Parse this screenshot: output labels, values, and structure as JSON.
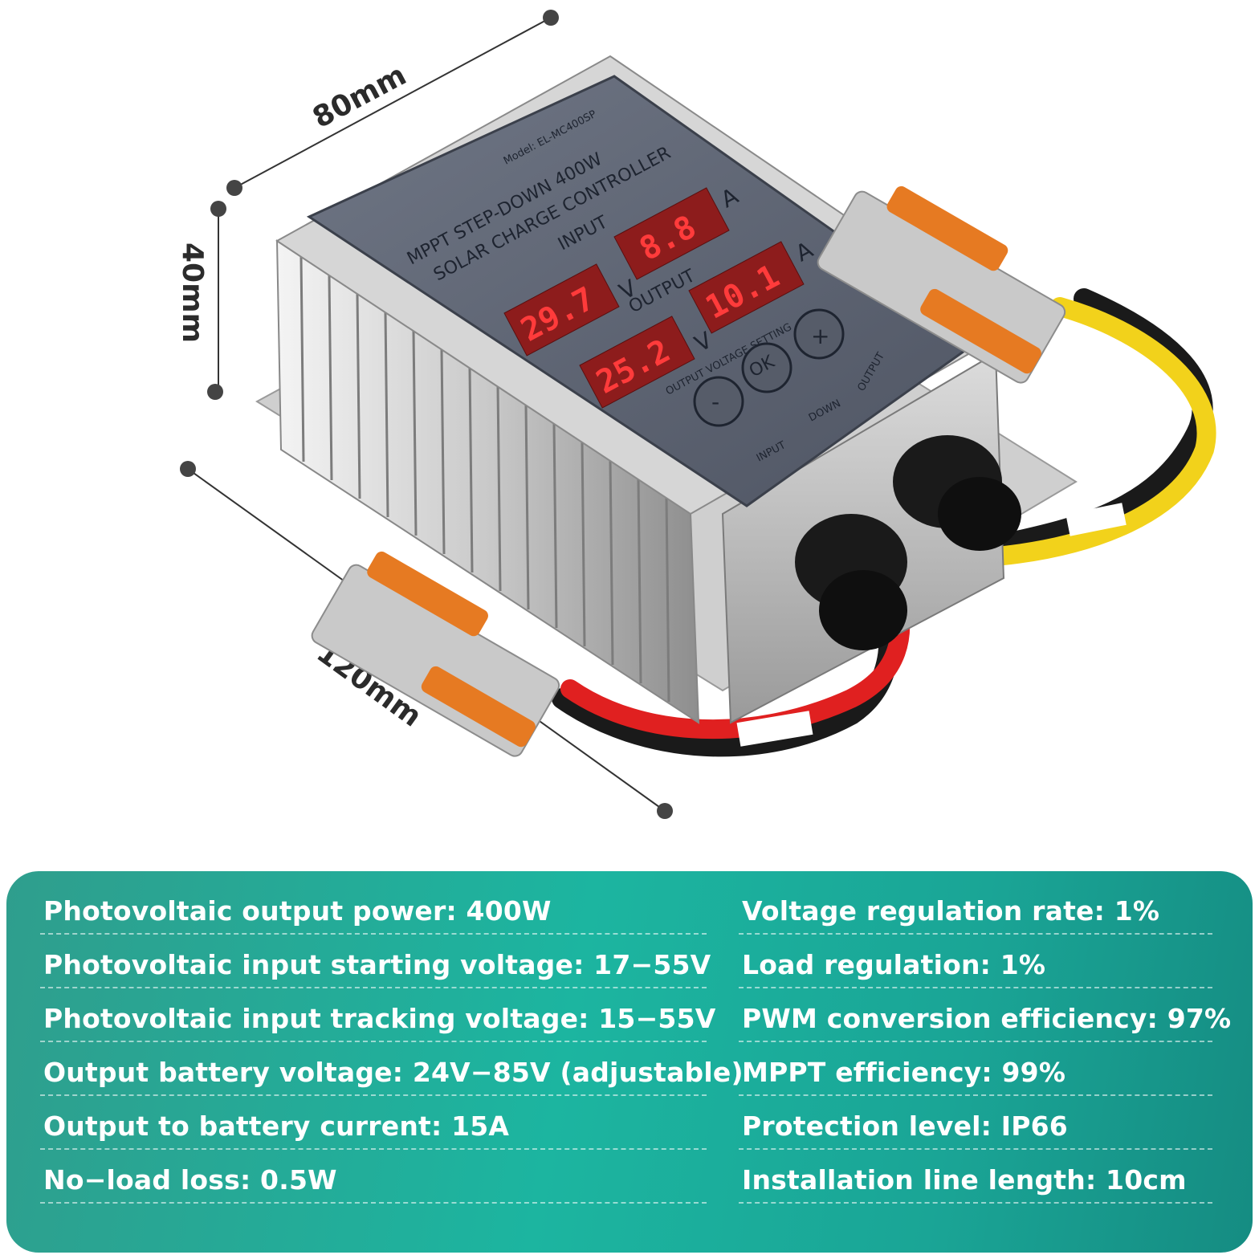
{
  "dimensions": {
    "length": "80mm",
    "height": "40mm",
    "width": "120mm"
  },
  "device": {
    "model": "Model: EL-MC400SP",
    "title_line1": "MPPT STEP-DOWN 400W",
    "title_line2": "SOLAR CHARGE CONTROLLER",
    "input_label": "INPUT",
    "output_label": "OUTPUT",
    "input_voltage": "29.7",
    "input_current": "8.8",
    "output_voltage": "25.2",
    "output_current": "10.1",
    "unit_v": "V",
    "unit_a": "A",
    "setting_label": "OUTPUT VOLTAGE SETTING",
    "minus_button": "-",
    "ok_button": "OK",
    "plus_button": "+",
    "port_input": "INPUT",
    "port_direction": "DOWN",
    "port_output": "OUTPUT"
  },
  "specs": {
    "left": [
      "Photovoltaic output power: 400W",
      "Photovoltaic input starting voltage: 17−55V",
      "Photovoltaic input tracking voltage: 15−55V",
      "Output battery voltage: 24V−85V (adjustable)",
      "Output to battery current: 15A",
      "No−load loss: 0.5W"
    ],
    "right": [
      "Voltage regulation rate: 1%",
      "Load regulation: 1%",
      "PWM conversion efficiency: 97%",
      "MPPT efficiency: 99%",
      "Protection level: IP66",
      "Installation line length: 10cm"
    ]
  },
  "colors": {
    "panel_teal": "#1cb5a0",
    "lcd_red": "#ff3b3b",
    "wire_red": "#e02020",
    "wire_yellow": "#f2d21b"
  }
}
